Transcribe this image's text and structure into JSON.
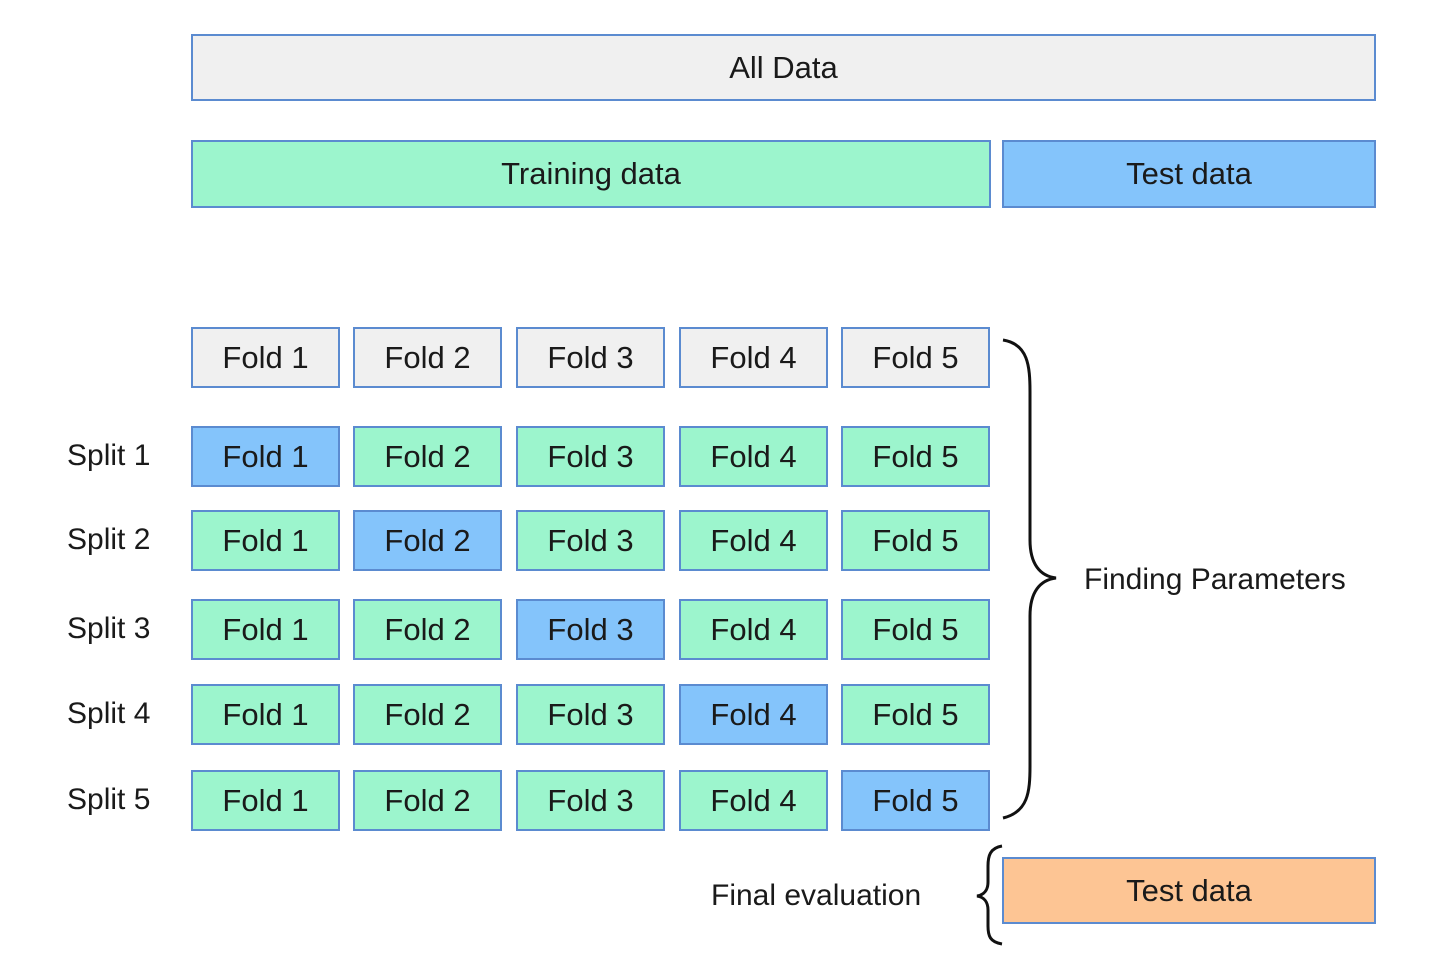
{
  "all_data": {
    "label": "All Data"
  },
  "split_row": {
    "training_label": "Training data",
    "test_label": "Test data"
  },
  "header_folds": [
    "Fold 1",
    "Fold 2",
    "Fold 3",
    "Fold 4",
    "Fold 5"
  ],
  "splits": [
    {
      "label": "Split 1",
      "folds": [
        "Fold 1",
        "Fold 2",
        "Fold 3",
        "Fold 4",
        "Fold 5"
      ],
      "test_index": 0
    },
    {
      "label": "Split 2",
      "folds": [
        "Fold 1",
        "Fold 2",
        "Fold 3",
        "Fold 4",
        "Fold 5"
      ],
      "test_index": 1
    },
    {
      "label": "Split 3",
      "folds": [
        "Fold 1",
        "Fold 2",
        "Fold 3",
        "Fold 4",
        "Fold 5"
      ],
      "test_index": 2
    },
    {
      "label": "Split 4",
      "folds": [
        "Fold 1",
        "Fold 2",
        "Fold 3",
        "Fold 4",
        "Fold 5"
      ],
      "test_index": 3
    },
    {
      "label": "Split 5",
      "folds": [
        "Fold 1",
        "Fold 2",
        "Fold 3",
        "Fold 4",
        "Fold 5"
      ],
      "test_index": 4
    }
  ],
  "finding_parameters_label": "Finding Parameters",
  "final_evaluation": {
    "label": "Final evaluation",
    "test_label": "Test data"
  },
  "colors": {
    "neutral": "#f0f0f0",
    "training": "#9cf5cd",
    "validation": "#84c4fb",
    "final_test": "#fdc594",
    "border": "#5b8bd0"
  }
}
